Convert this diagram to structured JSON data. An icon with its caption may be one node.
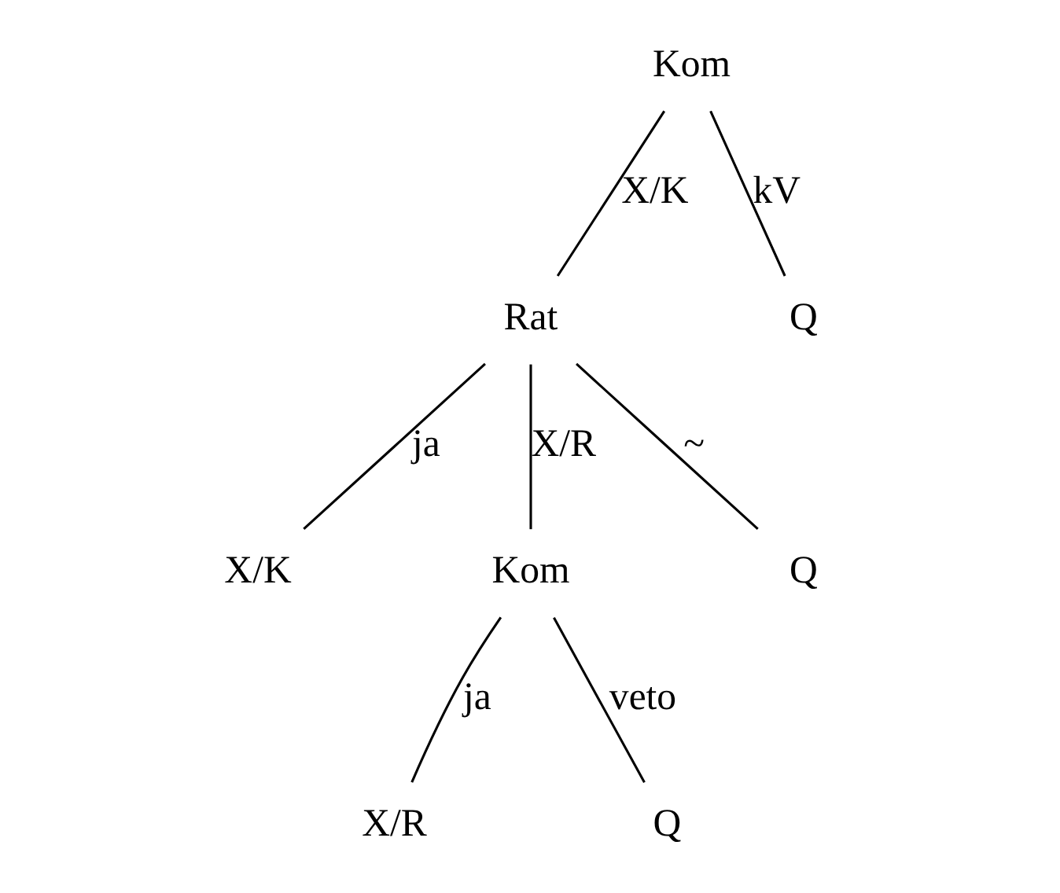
{
  "diagram": {
    "nodes": [
      {
        "text": [
          "Kom"
        ]
      },
      {
        "text": [
          "Rat"
        ]
      },
      {
        "text": [
          "Q"
        ]
      },
      {
        "text": [
          "X/K"
        ]
      },
      {
        "text": [
          "Kom"
        ]
      },
      {
        "text": [
          "Q"
        ]
      },
      {
        "text": [
          "X/R"
        ]
      },
      {
        "text": [
          "Q"
        ]
      }
    ],
    "edges": [
      {
        "from": 0,
        "to": 1,
        "arrow": "none",
        "label": "X/K"
      },
      {
        "from": 0,
        "to": 2,
        "arrow": "none",
        "label": "kV"
      },
      {
        "from": 1,
        "to": 3,
        "arrow": "none",
        "label": "ja"
      },
      {
        "from": 1,
        "to": 4,
        "arrow": "none",
        "label": "X/R"
      },
      {
        "from": 1,
        "to": 5,
        "arrow": "none",
        "label": "~"
      },
      {
        "from": 4,
        "to": 6,
        "arrow": "none",
        "label": "ja"
      },
      {
        "from": 4,
        "to": 7,
        "arrow": "none",
        "label": "veto"
      }
    ]
  }
}
